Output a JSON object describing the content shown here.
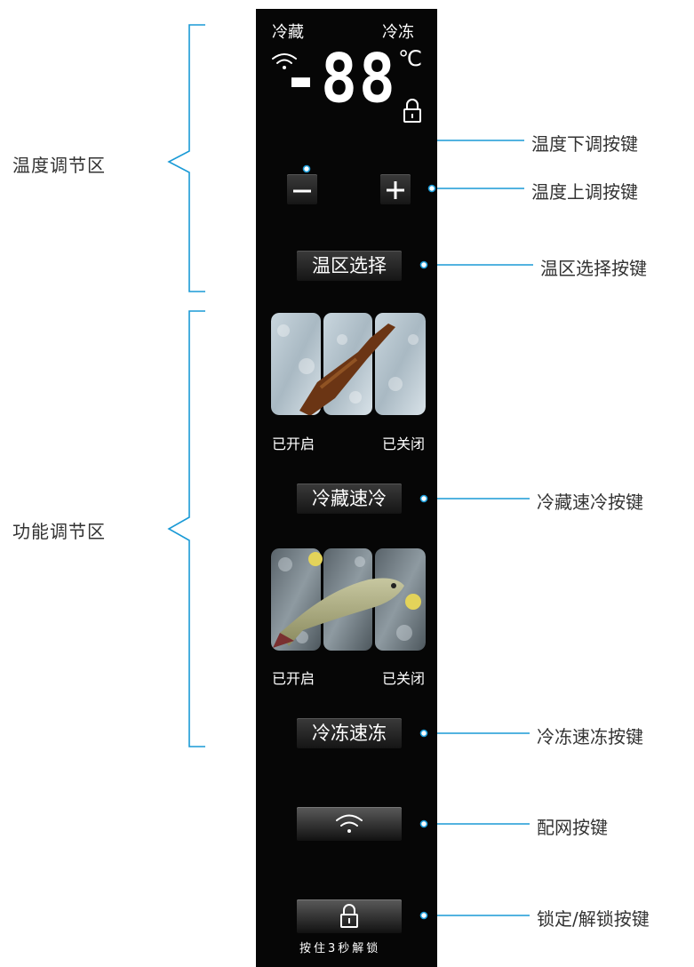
{
  "sections": {
    "temp_zone": "温度调节区",
    "func_zone": "功能调节区"
  },
  "panel": {
    "fridge_label": "冷藏",
    "freezer_label": "冷冻",
    "temp_display": "-88",
    "unit": "℃",
    "zone_select_label": "温区选择",
    "fridge_fast_label": "冷藏速冷",
    "freezer_fast_label": "冷冻速冻",
    "on_label": "已开启",
    "off_label": "已关闭",
    "lock_hint": "按住3秒解锁"
  },
  "callouts": {
    "temp_down": "温度下调按键",
    "temp_up": "温度上调按键",
    "zone_select": "温区选择按键",
    "fridge_fast": "冷藏速冷按键",
    "freezer_fast": "冷冻速冻按键",
    "network": "配网按键",
    "lock": "锁定/解锁按键"
  },
  "colors": {
    "leader_line": "#1a9ad6",
    "panel_bg": "#060606",
    "bracket": "#1a9ad6"
  },
  "icons": [
    "wifi-icon",
    "lock-icon",
    "minus-icon",
    "plus-icon"
  ]
}
